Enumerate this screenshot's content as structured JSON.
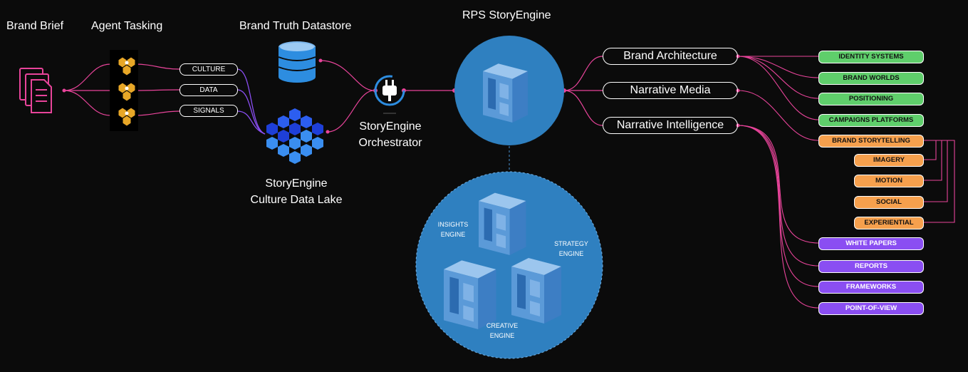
{
  "headings": {
    "brand_brief": "Brand Brief",
    "agent_tasking": "Agent Tasking",
    "truth_datastore": "Brand Truth Datastore",
    "storyengine": "RPS StoryEngine",
    "orchestrator_1": "StoryEngine",
    "orchestrator_2": "Orchestrator",
    "datalake_1": "StoryEngine",
    "datalake_2": "Culture Data Lake"
  },
  "agent_pills": [
    "CULTURE",
    "DATA",
    "SIGNALS"
  ],
  "outputs": [
    "Brand Architecture",
    "Narrative Media",
    "Narrative Intelligence"
  ],
  "green_tags": [
    "IDENTITY SYSTEMS",
    "BRAND WORLDS",
    "POSITIONING",
    "CAMPAIGNS PLATFORMS"
  ],
  "orange_main": "BRAND STORYTELLING",
  "orange_tags": [
    "IMAGERY",
    "MOTION",
    "SOCIAL",
    "EXPERIENTIAL"
  ],
  "purple_tags": [
    "WHITE PAPERS",
    "REPORTS",
    "FRAMEWORKS",
    "POINT-OF-VIEW"
  ],
  "engines": {
    "insights_1": "INSIGHTS",
    "insights_2": "ENGINE",
    "strategy_1": "STRATEGY",
    "strategy_2": "ENGINE",
    "creative_1": "CREATIVE",
    "creative_2": "ENGINE"
  },
  "icons": [
    "document-stack-icon",
    "hexagon-agent-icon",
    "database-icon",
    "plug-icon",
    "hexagon-cluster-icon",
    "isometric-blocks-icon"
  ],
  "colors": {
    "background": "#0b0b0b",
    "connector": "#e8449a",
    "connector_purple": "#8a4ef2",
    "circle": "#2f80c0",
    "green": "#5fce6b",
    "orange": "#f6a04d",
    "purple": "#8a4ef2",
    "agent_gold": "#e8a727"
  }
}
